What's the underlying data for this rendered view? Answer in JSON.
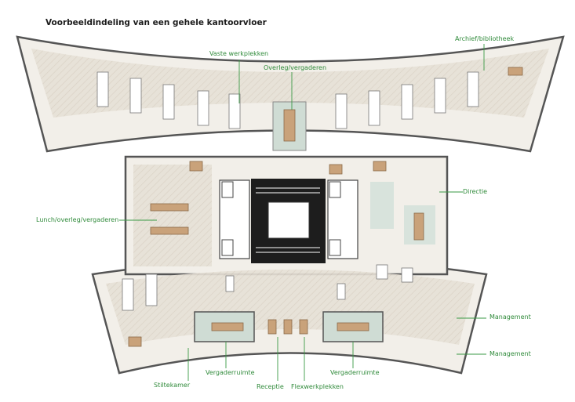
{
  "title": "Voorbeeldindeling van een gehele kantoorvloer",
  "accent_color": "#3a9a45",
  "labels": {
    "vaste_werkplekken": "Vaste werkplekken",
    "overleg_vergaderen": "Overleg/vergaderen",
    "archief_bibliotheek": "Archief/bibliotheek",
    "directie": "Directie",
    "lunch_overleg_vergaderen": "Lunch/overleg/vergaderen",
    "management_1": "Management",
    "management_2": "Management",
    "vergaderruimte_left": "Vergaderruimte",
    "vergaderruimte_right": "Vergaderruimte",
    "stiltekamer": "Stiltekamer",
    "receptie": "Receptie",
    "flexwerkplekken": "Flexwerkplekken"
  }
}
